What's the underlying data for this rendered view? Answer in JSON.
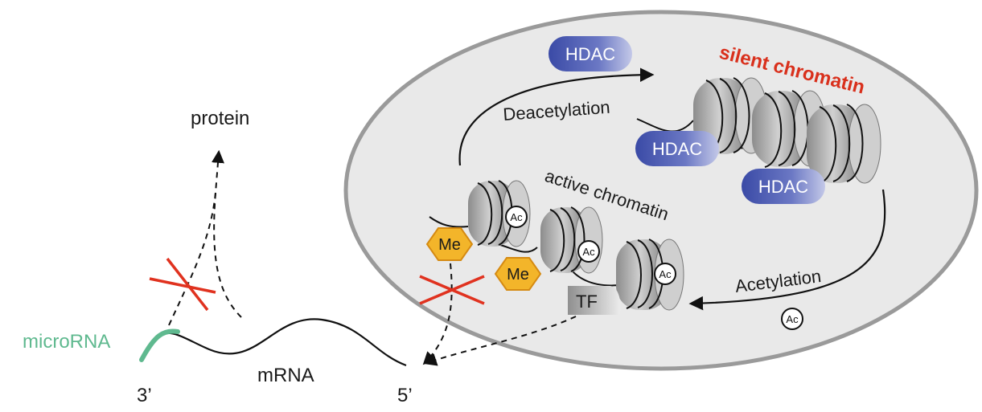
{
  "labels": {
    "protein": "protein",
    "microrna": "microRNA",
    "mrna": "mRNA",
    "three_prime": "3’",
    "five_prime": "5’",
    "deacetylation": "Deacetylation",
    "acetylation": "Acetylation",
    "active_chromatin": "active chromatin",
    "silent_chromatin": "silent chromatin",
    "hdac": "HDAC",
    "ac": "Ac",
    "me": "Me",
    "tf": "TF"
  },
  "colors": {
    "silent_chromatin": "#d9301c",
    "microrna": "#5fb98f",
    "hdac_fill": "#4b5bb0",
    "me_fill": "#f3b52a",
    "cross": "#e0321f",
    "nucleus_fill": "#e9e9e9",
    "nucleus_stroke": "#9a9a9a"
  }
}
